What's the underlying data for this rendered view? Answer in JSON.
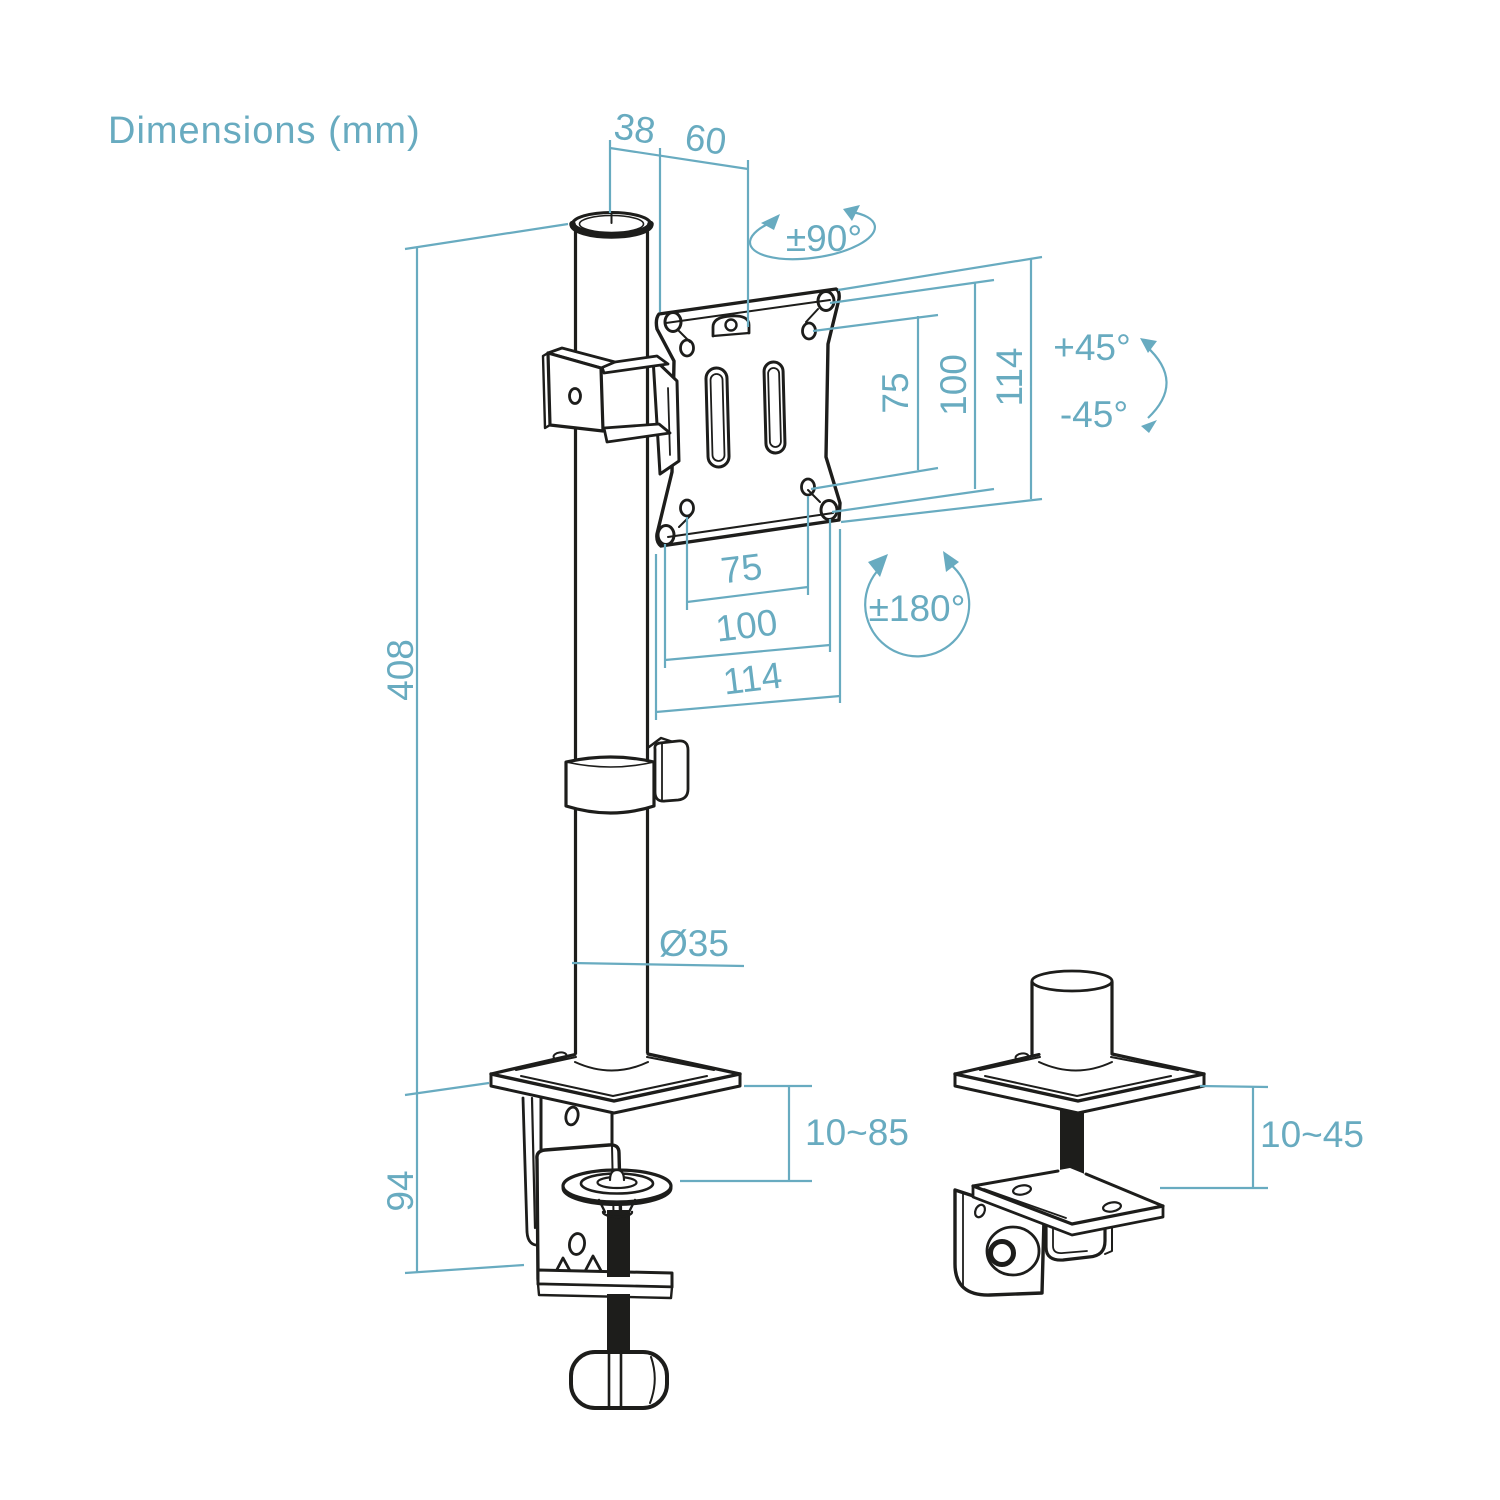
{
  "title": "Dimensions (mm)",
  "colors": {
    "accent": "#68abc0",
    "line": "#1d1d1b",
    "background": "#ffffff"
  },
  "labels": {
    "pole_offset": "38",
    "head_depth": "60",
    "swivel_range": "±90°",
    "tilt_up": "+45°",
    "tilt_down": "-45°",
    "vesa_right_inner": "75",
    "vesa_right_outer": "100",
    "vesa_right_plate": "114",
    "vesa_bottom_inner": "75",
    "vesa_bottom_outer": "100",
    "vesa_bottom_plate": "114",
    "rotation_range": "±180°",
    "pole_height": "408",
    "pole_diameter": "Ø35",
    "clamp_body_height": "94",
    "clamp_thickness_range": "10~85",
    "grommet_thickness_range": "10~45"
  }
}
